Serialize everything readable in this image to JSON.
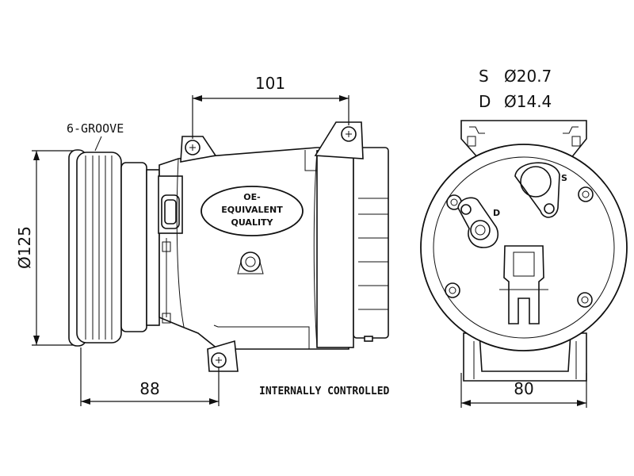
{
  "dimensions": {
    "width_top": "101",
    "diameter": "Ø125",
    "length_bottom": "88",
    "depth_right": "80"
  },
  "labels": {
    "groove": "6-GROOVE",
    "control": "INTERNALLY CONTROLLED",
    "badge_line1": "OE-",
    "badge_line2": "EQUIVALENT",
    "badge_line3": "QUALITY"
  },
  "ports": {
    "suction_letter": "S",
    "suction_size": "Ø20.7",
    "discharge_letter": "D",
    "discharge_size": "Ø14.4",
    "suction_mark": "S",
    "discharge_mark": "D"
  }
}
